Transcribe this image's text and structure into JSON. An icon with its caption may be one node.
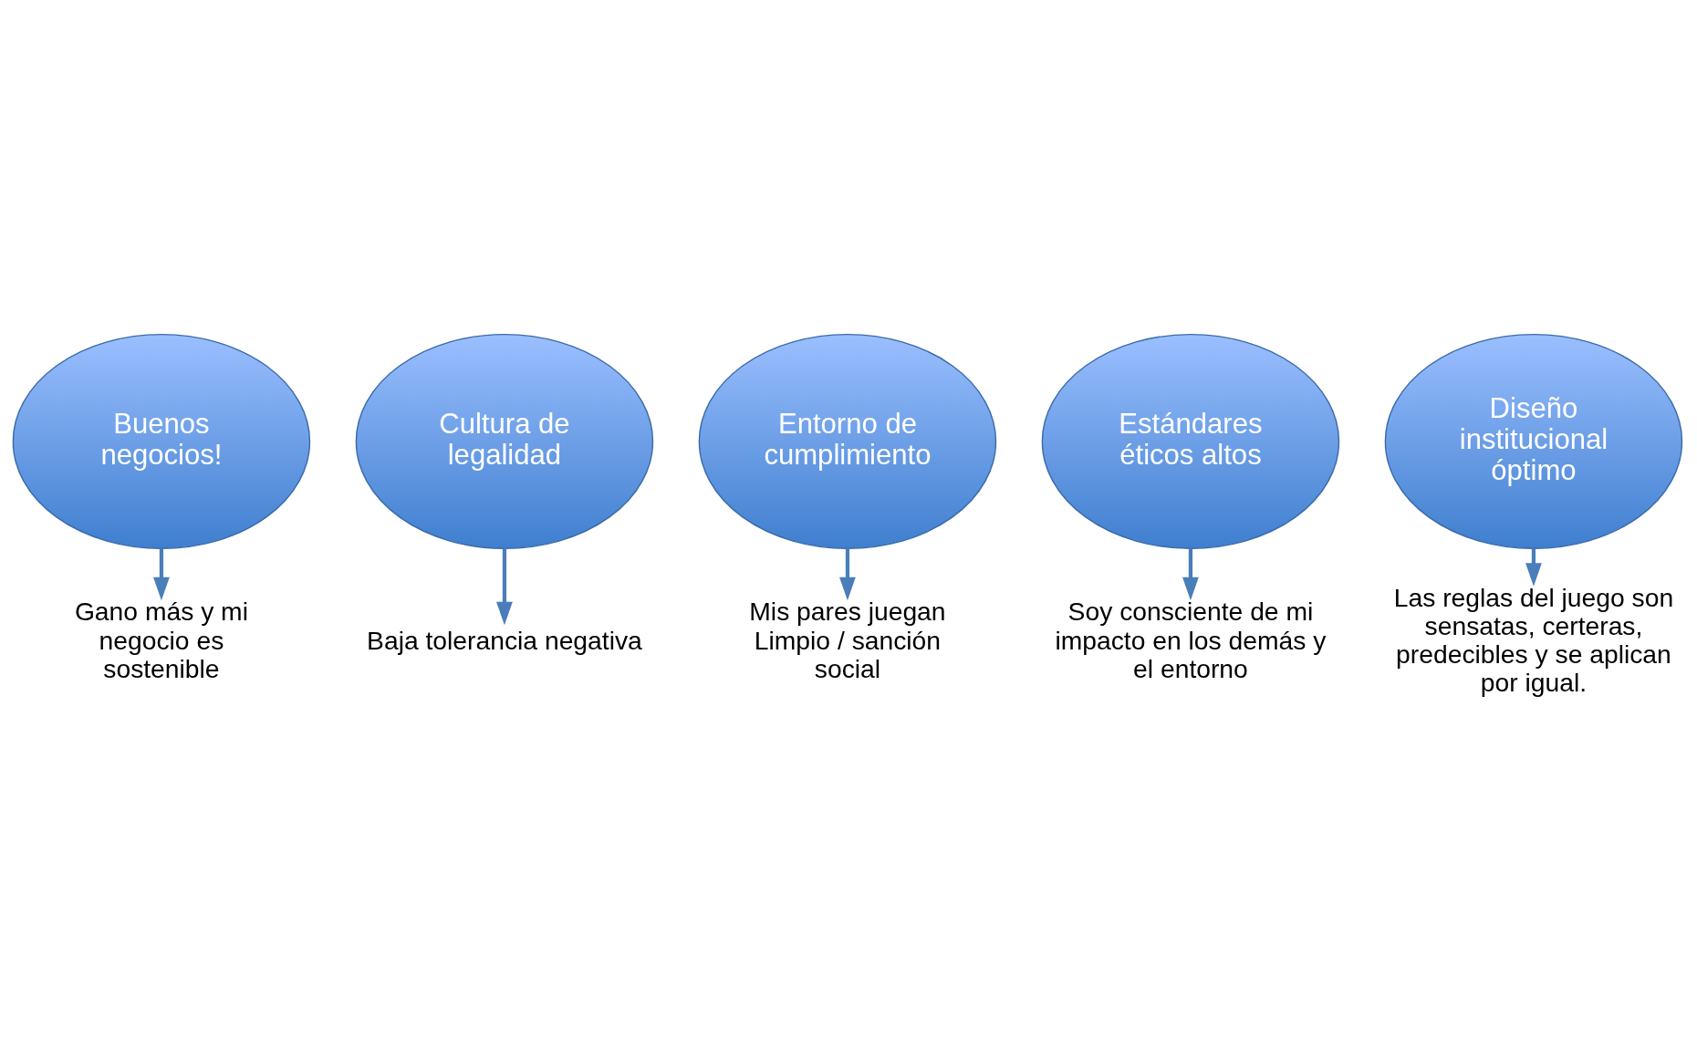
{
  "diagram": {
    "nodes": [
      {
        "text": [
          "Gano más y mi negocio es sostenible"
        ]
      },
      {
        "text": [
          "Baja tolerancia negativa"
        ]
      },
      {
        "text": [
          "Cultura de legalidad"
        ]
      },
      {
        "text": [
          "Buenos negocios!"
        ]
      },
      {
        "text": [
          "Entorno de cumplimiento"
        ]
      },
      {
        "text": [
          "Mis pares juegan Limpio / sanción social"
        ]
      },
      {
        "text": [
          "Estándares éticos altos"
        ]
      },
      {
        "text": [
          "Diseño institucional óptimo"
        ]
      },
      {
        "text": [
          "Soy consciente de mi impacto en los demás y el entorno"
        ]
      },
      {
        "text": [
          "Las reglas del juego son sensatas, certeras, predecibles y se aplican por igual."
        ]
      }
    ],
    "edges": [
      {
        "from": 3,
        "to": 0,
        "arrow": "to"
      },
      {
        "from": 2,
        "to": 1,
        "arrow": "to"
      },
      {
        "from": 4,
        "to": 5,
        "arrow": "to"
      },
      {
        "from": 6,
        "to": 8,
        "arrow": "to"
      },
      {
        "from": 7,
        "to": 9,
        "arrow": "to"
      }
    ]
  }
}
